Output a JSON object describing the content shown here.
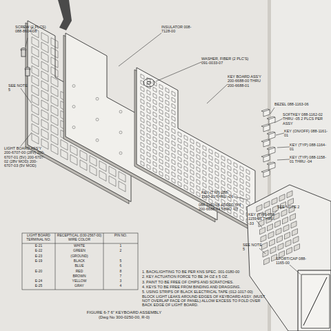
{
  "diagram": {
    "caption": "FIGURE 6-7 6\" KEYBOARD ASSEMBLY (Dwg No 300-0250-00, R-0)",
    "labels": [
      "SCREW (2 PLCS) 088-8604-08",
      "INSULATOR 008-7128-00",
      "WASHER, FIBER (2 PLC'S) 091-0033-07",
      "KEY BOARD ASS'Y 200-6688-00 THRU 200-6688-01",
      "SEE NOTE 5",
      "LIGHT BOARD ASS'Y 200-6707-00 (28V) 200-6707-01 (5V) 200-6707-02 (28V MOD) 200-6707-03 (5V MOD)",
      "BEZEL 088-1163-06",
      "SOFTKEY 088-1162-02 THRU -05 2 PLCS PER ASSY",
      "KEY (ON/OFF) 088-1161-01",
      "KEY (TYP) 088-1164-01",
      "KEY (TYP) 088-1158-01 THRU -04",
      "KEY (TYP) 088-1160-01 THRU -06",
      "KEY (TYP) 088-1159-01 THRU -33",
      "088-1160-06 ADDED ON 200-6688-04 THRU -07",
      "SEE NOTE 2",
      "SEE NOTE 5",
      "SPORT/CAP 088-1165-00",
      "LIGHT BOARD TERMINAL NO.",
      "RECEPTICAL (030-2567-00) WIRE COLOR",
      "PIN NO.",
      "E-21",
      "WHITE",
      "1",
      "E-22",
      "GREEN",
      "2",
      "E-23",
      "(GROUND)",
      "E-19",
      "BLACK",
      "5",
      "BLUE",
      "6",
      "E-20",
      "RED",
      "8",
      "BROWN",
      "7",
      "E-24",
      "YELLOW",
      "3",
      "E-25",
      "GRAY",
      "4",
      "1. BACKLIGHTING TO BE PER KNS SPEC. 001-0180-00",
      "2. KEY ACTUATION FORCE TO BE 34 OZ ± 5 OZ.",
      "3. PAINT TO BE FREE OF CHIPS AND SCRATCHES.",
      "4. KEYS TO BE FREE FROM BINDING AND DRAGGING.",
      "5. USING STRIPS OF BLACK ELECTRICAL TAPE (012-1017-00) BLOCK LIGHT LEAKS AROUND EDGES OF KEYBOARD ASSY. (MUST NOT OVERLAP FACE OF PANEL) ALLOW EXCESS TO FOLD OVER BACK EDGE OF LIGHT BOARD."
    ]
  }
}
